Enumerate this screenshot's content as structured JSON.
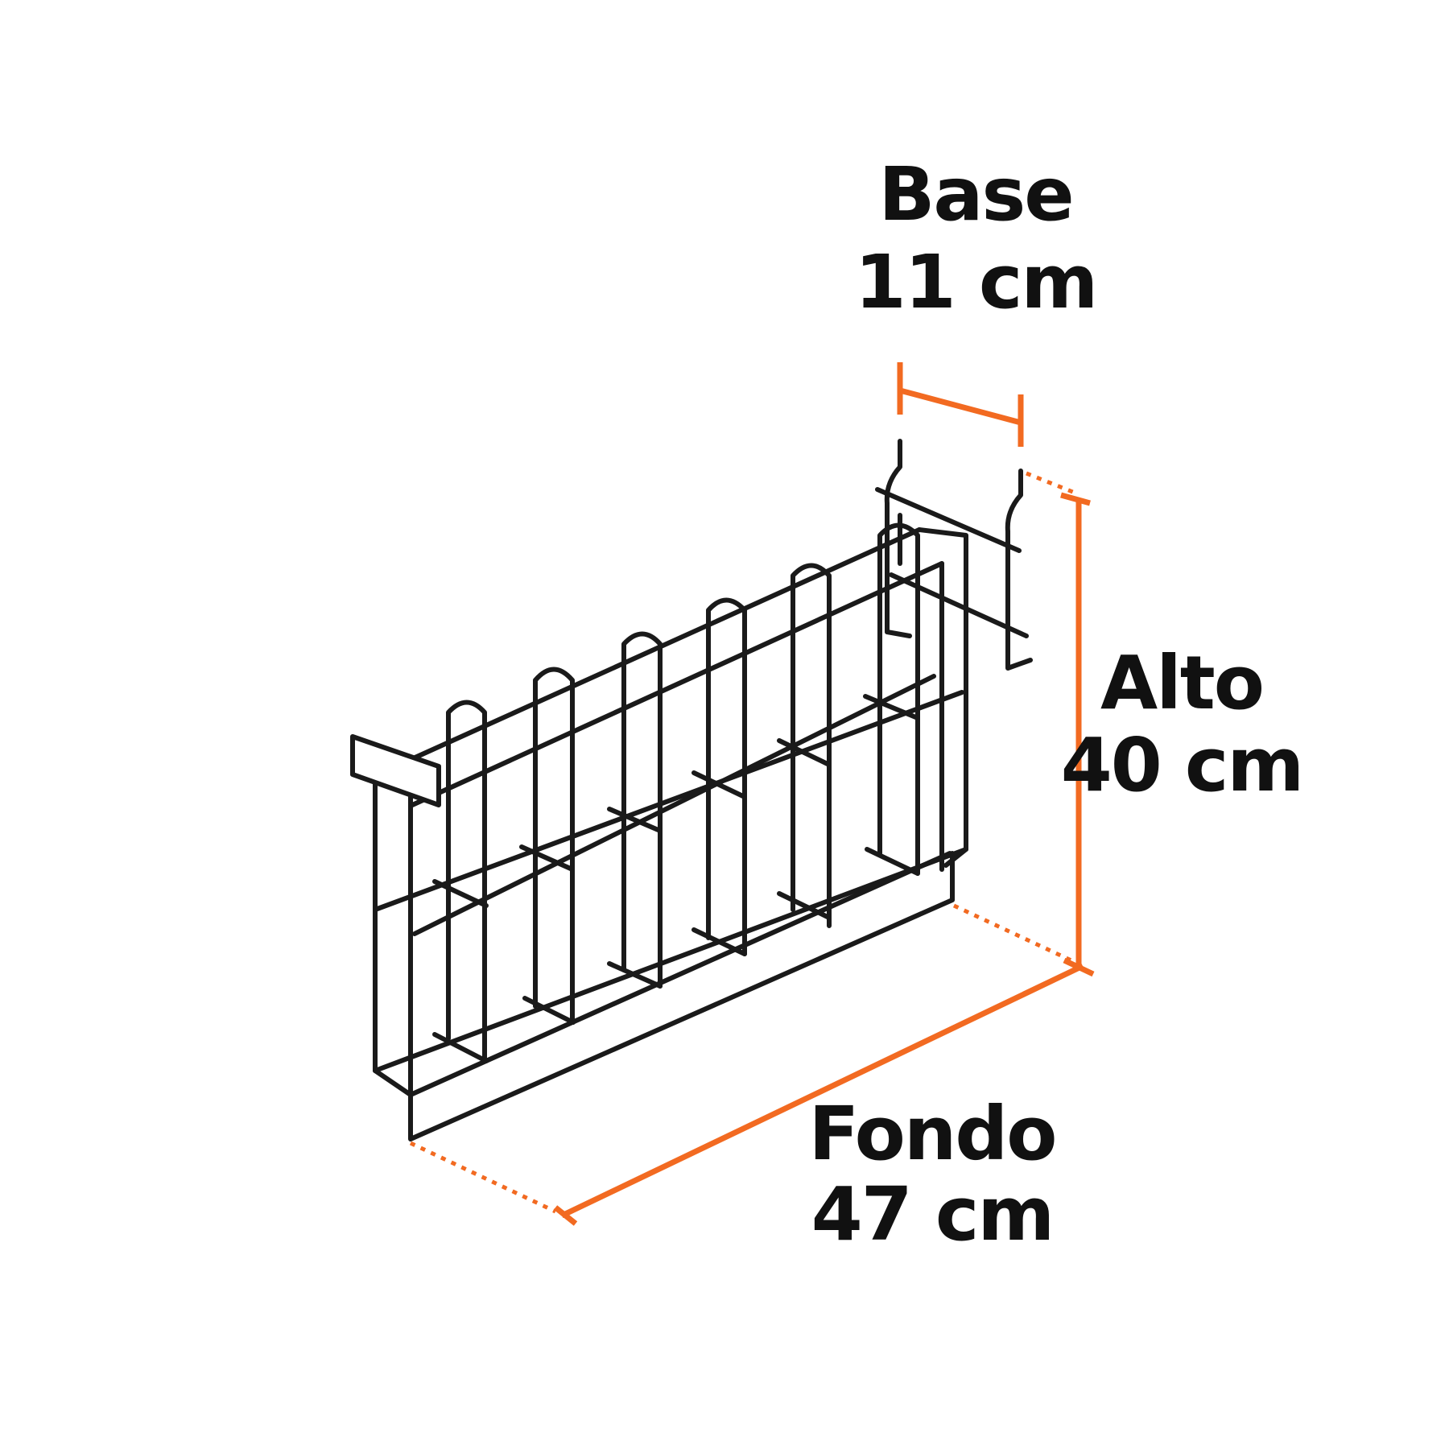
{
  "colors": {
    "dimension": "#F26A21",
    "wire": "#1A1A1A",
    "background": "#FFFFFF"
  },
  "dimensions": {
    "base": {
      "label": "Base",
      "value": "11 cm"
    },
    "alto": {
      "label": "Alto",
      "value": "40 cm"
    },
    "fondo": {
      "label": "Fondo",
      "value": "47 cm"
    }
  }
}
